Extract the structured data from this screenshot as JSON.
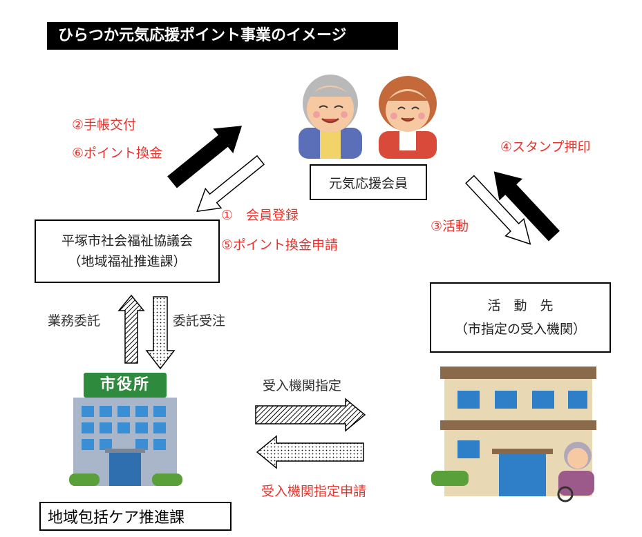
{
  "title": "ひらつか元気応援ポイント事業のイメージ",
  "nodes": {
    "member": "元気応援会員",
    "council_line1": "平塚市社会福祉協議会",
    "council_line2": "（地域福祉推進課）",
    "activity_line1": "活　動　先",
    "activity_line2": "（市指定の受入機関）",
    "city_sign": "市役所",
    "care_section": "地域包括ケア推進課"
  },
  "labels": {
    "notebook": "②手帳交付",
    "point_exchange": "⑥ポイント換金",
    "registration": "①　会員登録",
    "exchange_request": "⑤ポイント換金申請",
    "activity": "③活動",
    "stamp": "④スタンプ押印",
    "business_commission": "業務委託",
    "commission_accept": "委託受注",
    "designation": "受入機関指定",
    "designation_request": "受入機関指定申請"
  },
  "colors": {
    "accent_red": "#e8342c",
    "sign_green": "#2e8b3d",
    "building_brown": "#8a6a4a"
  }
}
